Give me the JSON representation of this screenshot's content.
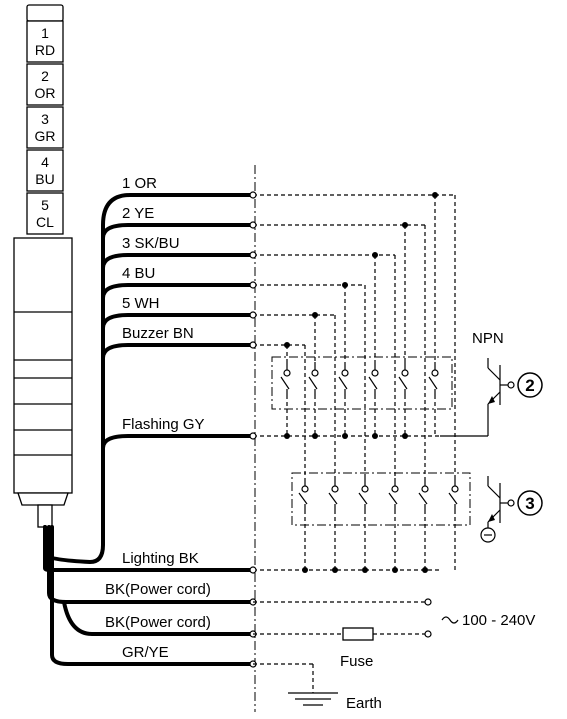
{
  "tower_tiers": [
    {
      "num": "1",
      "code": "RD"
    },
    {
      "num": "2",
      "code": "OR"
    },
    {
      "num": "3",
      "code": "GR"
    },
    {
      "num": "4",
      "code": "BU"
    },
    {
      "num": "5",
      "code": "CL"
    }
  ],
  "wires": [
    "1  OR",
    "2  YE",
    "3  SK/BU",
    "4  BU",
    "5  WH",
    "Buzzer  BN",
    "Flashing  GY",
    "Lighting  BK",
    "BK(Power cord)",
    "BK(Power cord)",
    "GR/YE"
  ],
  "labels": {
    "npn": "NPN",
    "circle_2": "2",
    "circle_3": "3",
    "supply": "100 - 240V",
    "fuse": "Fuse",
    "earth": "Earth"
  }
}
